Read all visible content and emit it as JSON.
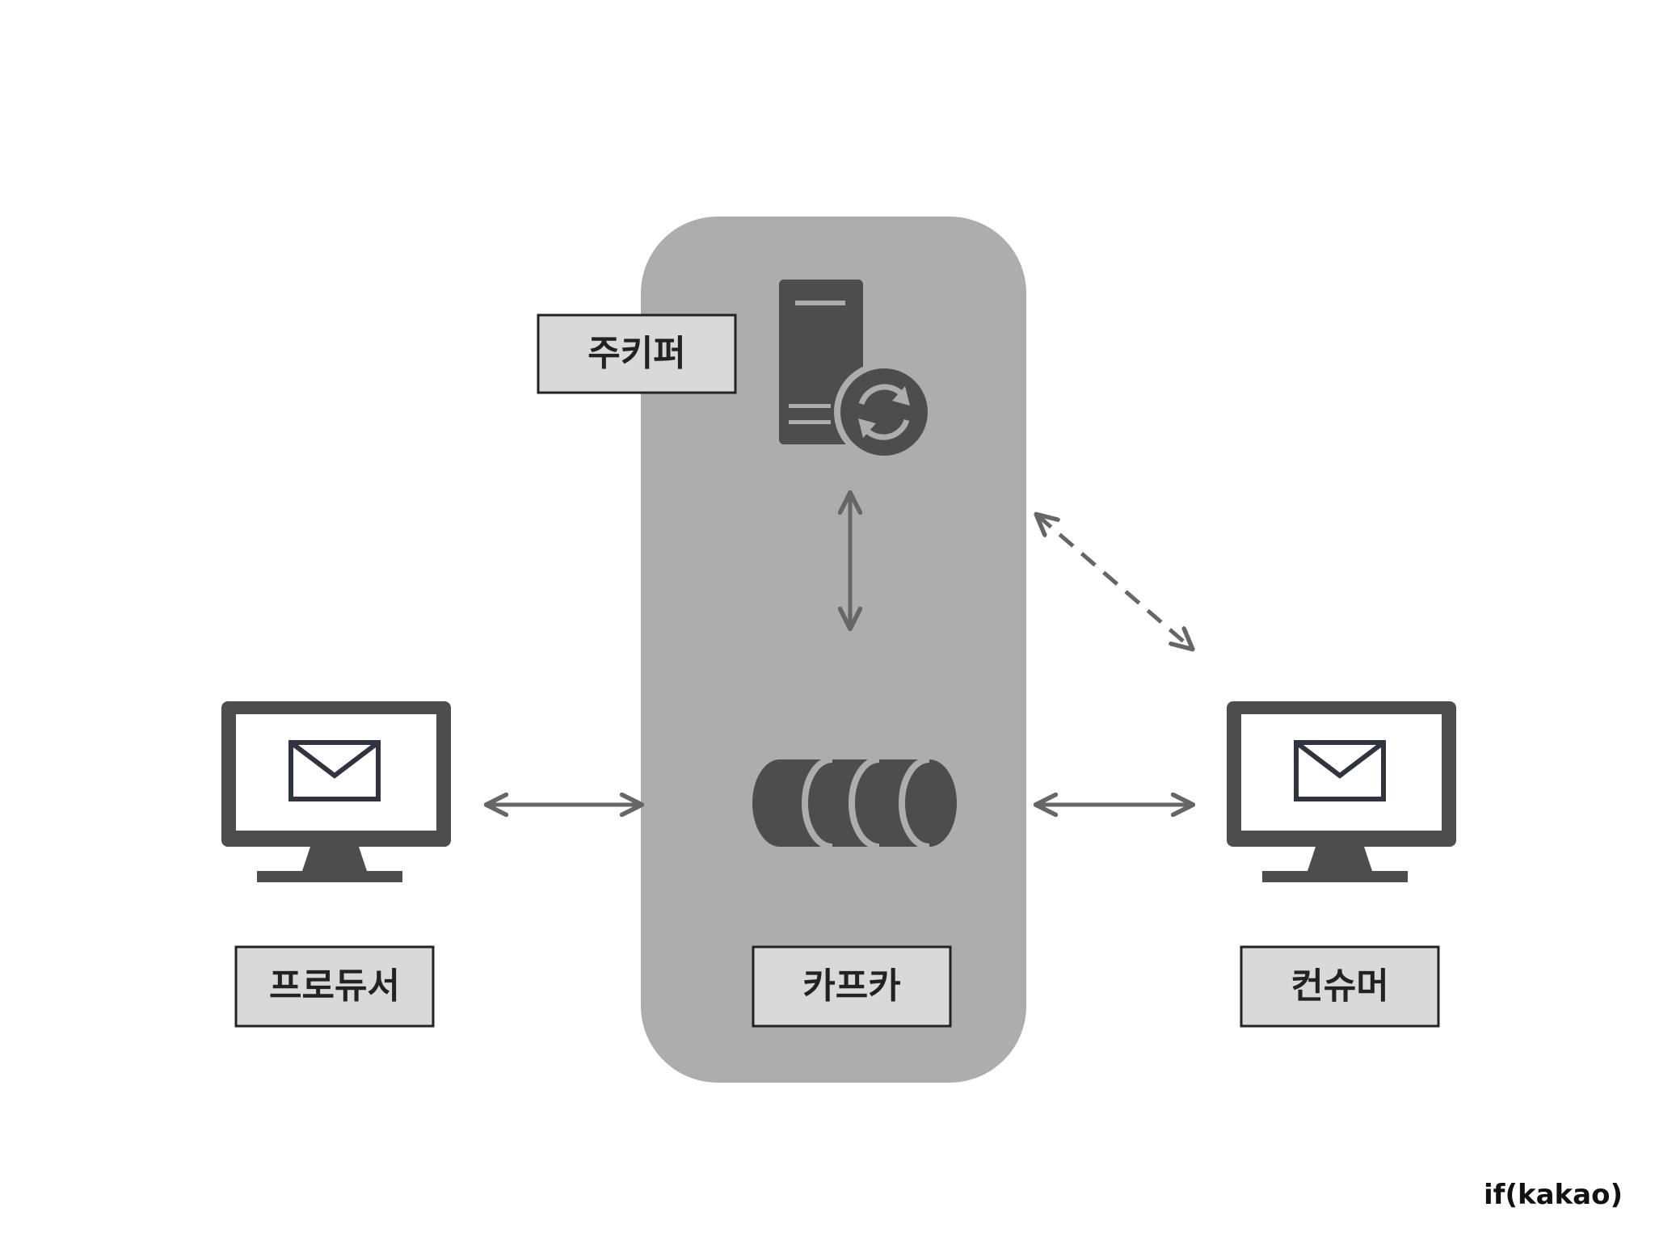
{
  "labels": {
    "zookeeper": "주키퍼",
    "producer": "프로듀서",
    "kafka": "카프카",
    "consumer": "컨슈머"
  },
  "brand": {
    "watermark": "if(kakao)"
  },
  "icons": {
    "zookeeper": "server-sync-icon",
    "kafka": "message-queue-cylinder-icon",
    "producer": "monitor-mail-icon",
    "consumer": "monitor-mail-icon"
  },
  "colors": {
    "cluster_bg": "#adadad",
    "icon_dark": "#4d4d4d",
    "label_bg": "#d9d9d9",
    "arrow": "#666666",
    "envelope_stroke": "#2f3440"
  }
}
